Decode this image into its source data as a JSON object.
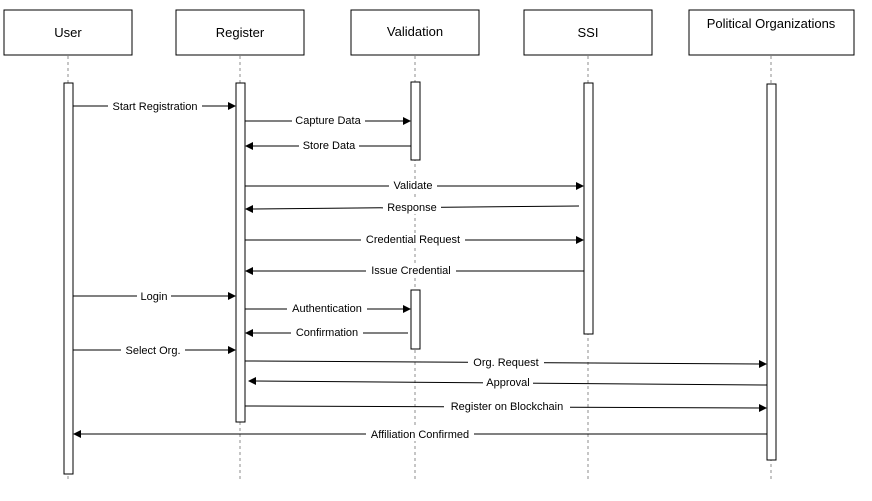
{
  "participants": [
    {
      "id": "user",
      "label": "User"
    },
    {
      "id": "register",
      "label": "Register"
    },
    {
      "id": "validation",
      "label": "Validation"
    },
    {
      "id": "ssi",
      "label": "SSI"
    },
    {
      "id": "political",
      "label": "Political Organizations"
    }
  ],
  "messages": [
    {
      "label": "Start Registration",
      "from": "user",
      "to": "register"
    },
    {
      "label": "Capture Data",
      "from": "register",
      "to": "validation"
    },
    {
      "label": "Store Data",
      "from": "validation",
      "to": "register"
    },
    {
      "label": "Validate",
      "from": "register",
      "to": "ssi"
    },
    {
      "label": "Response",
      "from": "ssi",
      "to": "register"
    },
    {
      "label": "Credential Request",
      "from": "register",
      "to": "ssi"
    },
    {
      "label": "Issue Credential",
      "from": "ssi",
      "to": "register"
    },
    {
      "label": "Login",
      "from": "user",
      "to": "register"
    },
    {
      "label": "Authentication",
      "from": "register",
      "to": "validation"
    },
    {
      "label": "Confirmation",
      "from": "validation",
      "to": "register"
    },
    {
      "label": "Select Org.",
      "from": "user",
      "to": "register"
    },
    {
      "label": "Org. Request",
      "from": "register",
      "to": "political"
    },
    {
      "label": "Approval",
      "from": "political",
      "to": "register"
    },
    {
      "label": "Register on Blockchain",
      "from": "register",
      "to": "political"
    },
    {
      "label": "Affiliation Confirmed",
      "from": "political",
      "to": "user"
    }
  ]
}
